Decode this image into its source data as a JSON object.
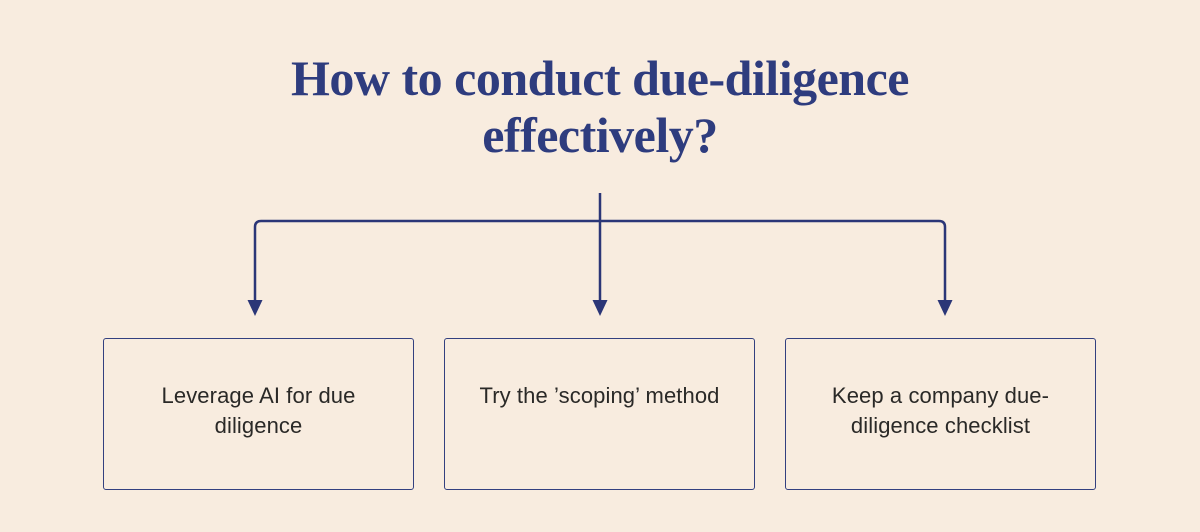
{
  "colors": {
    "background": "#f8ecdf",
    "navy": "#2b3677",
    "title": "#2e3c7e",
    "text": "#2a2927",
    "box_border": "#33407f"
  },
  "title": {
    "text": "How to conduct due-diligence effectively?",
    "line1": "How to conduct due-diligence",
    "line2": "effectively?"
  },
  "boxes": [
    {
      "label": "Leverage AI for due diligence"
    },
    {
      "label": "Try the ’scoping’ method"
    },
    {
      "label": "Keep a company due-diligence checklist"
    }
  ]
}
